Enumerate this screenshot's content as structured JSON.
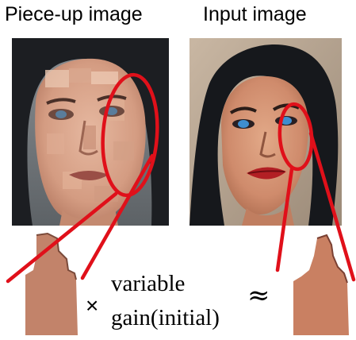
{
  "labels": {
    "piece_up": "Piece-up image",
    "input": "Input image",
    "times": "×",
    "gain_line1": "variable",
    "gain_line2": "gain(initial)",
    "approx": "≈"
  },
  "colors": {
    "annotation": "#e0101a",
    "skin": "#c98a72",
    "hair": "#1b1d22"
  }
}
